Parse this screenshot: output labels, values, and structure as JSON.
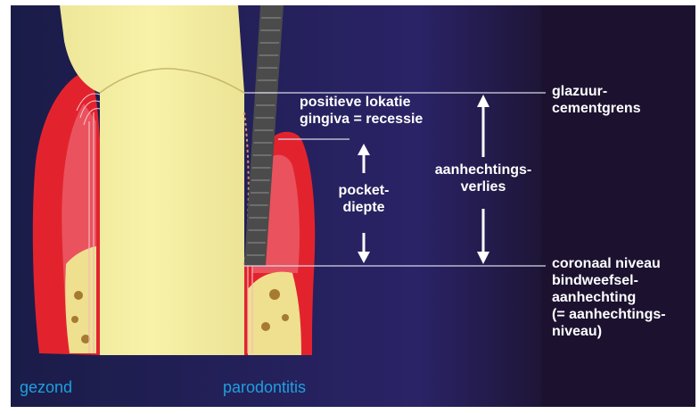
{
  "labels": {
    "cej": [
      "glazuur-",
      "cementgrens"
    ],
    "positive_location": [
      "positieve lokatie",
      "gingiva = recessie"
    ],
    "pocket_depth": [
      "pocket-",
      "diepte"
    ],
    "attachment_loss": [
      "aanhechtings-",
      "verlies"
    ],
    "attachment_level": [
      "coronaal niveau",
      "bindweefsel-",
      "aanhechting",
      "(= aanhechtings-",
      "niveau)"
    ]
  },
  "captions": {
    "healthy": "gezond",
    "periodontitis": "parodontitis"
  },
  "colors": {
    "background": "#1b1736",
    "tooth": "#f4ef9c",
    "gingiva": "#e2232e",
    "gingiva_light": "#f07a86",
    "bone": "#eee08e",
    "bone_dark": "#a67a30",
    "probe": "#4b4b4b",
    "caption": "#1f9fe0",
    "text": "#ffffff"
  }
}
